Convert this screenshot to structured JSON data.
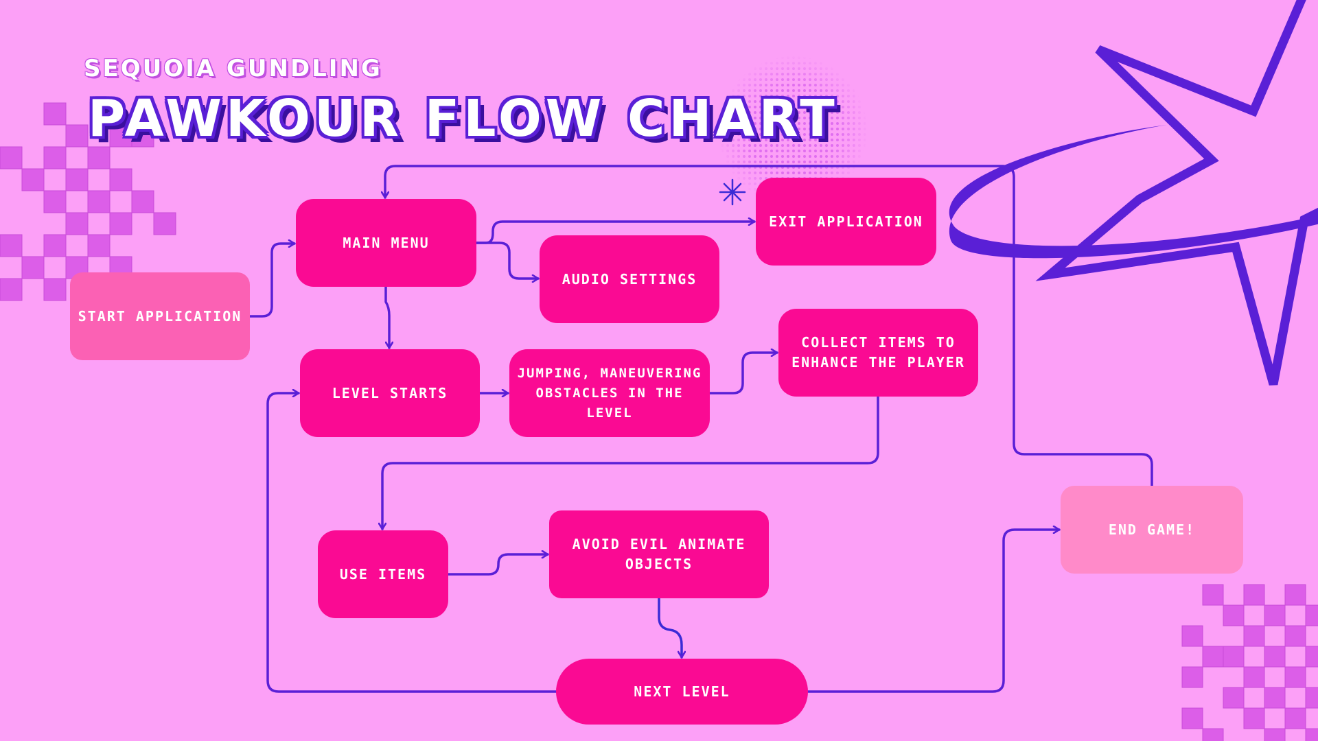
{
  "header": {
    "author": "SEQUOIA GUNDLING",
    "title": "PAWKOUR FLOW CHART"
  },
  "nodes": {
    "start": "START APPLICATION",
    "main_menu": "MAIN MENU",
    "audio_settings": "AUDIO SETTINGS",
    "exit_application": "EXIT APPLICATION",
    "level_starts": "LEVEL STARTS",
    "jumping": "JUMPING, MANEUVERING OBSTACLES IN THE LEVEL",
    "collect_items": "COLLECT ITEMS TO ENHANCE THE PLAYER",
    "use_items": "USE ITEMS",
    "avoid_objects": "AVOID EVIL ANIMATE OBJECTS",
    "next_level": "NEXT LEVEL",
    "end_game": "END GAME!"
  },
  "colors": {
    "background": "#fca0f7",
    "node": "#fa0a93",
    "node_light": "#fb61b4",
    "node_end": "#ff8ac9",
    "connector": "#5a1fd6",
    "checker": "#dc5ee8"
  }
}
